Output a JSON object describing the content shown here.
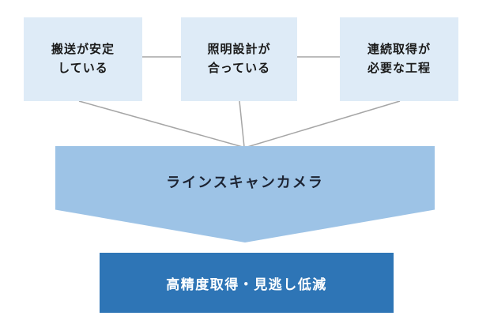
{
  "diagram": {
    "conditions": [
      {
        "label": "搬送が安定\nしている"
      },
      {
        "label": "照明設計が\n合っている"
      },
      {
        "label": "連続取得が\n必要な工程"
      }
    ],
    "solution": {
      "label": "ラインスキャンカメラ"
    },
    "outcome": {
      "label": "高精度取得・見逃し低減"
    },
    "colors": {
      "condition_bg": "#deebf7",
      "condition_text": "#1a1a1a",
      "solution_bg": "#9dc3e6",
      "solution_text": "#1d2433",
      "outcome_bg": "#2e75b6",
      "outcome_text": "#ffffff",
      "connector": "#a6a6a6"
    }
  }
}
